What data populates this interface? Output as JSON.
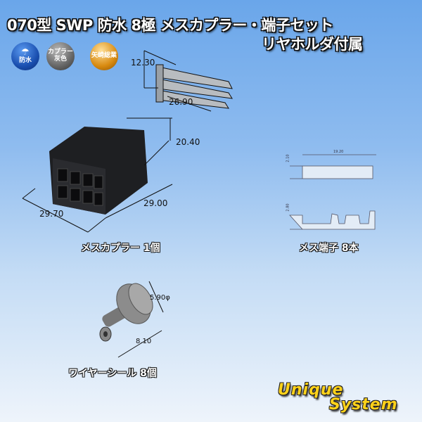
{
  "title": {
    "line1": "070型 SWP 防水 8極 メスカプラー・端子セット",
    "line2": "リヤホルダ付属"
  },
  "badges": [
    {
      "icon": "umbrella-icon",
      "label": "防水",
      "color": "#1a4fb0"
    },
    {
      "label_line1": "カプラー",
      "label_line2": "灰色",
      "color": "#666666"
    },
    {
      "label": "矢崎総業",
      "color": "#d88a10"
    }
  ],
  "rear_holder": {
    "height": "12.30",
    "width": "26.90"
  },
  "coupler": {
    "height": "20.40",
    "width": "29.70",
    "depth": "29.00",
    "caption": "メスカプラー 1個"
  },
  "terminal": {
    "length": "19.20",
    "top_height": "2.10",
    "side_height": "2.80",
    "caption": "メス端子 8本"
  },
  "seal": {
    "diameter": "5.90φ",
    "length": "8.10",
    "caption": "ワイヤーシール 8個"
  },
  "logo": {
    "line1": "Unique",
    "line2": "System"
  }
}
